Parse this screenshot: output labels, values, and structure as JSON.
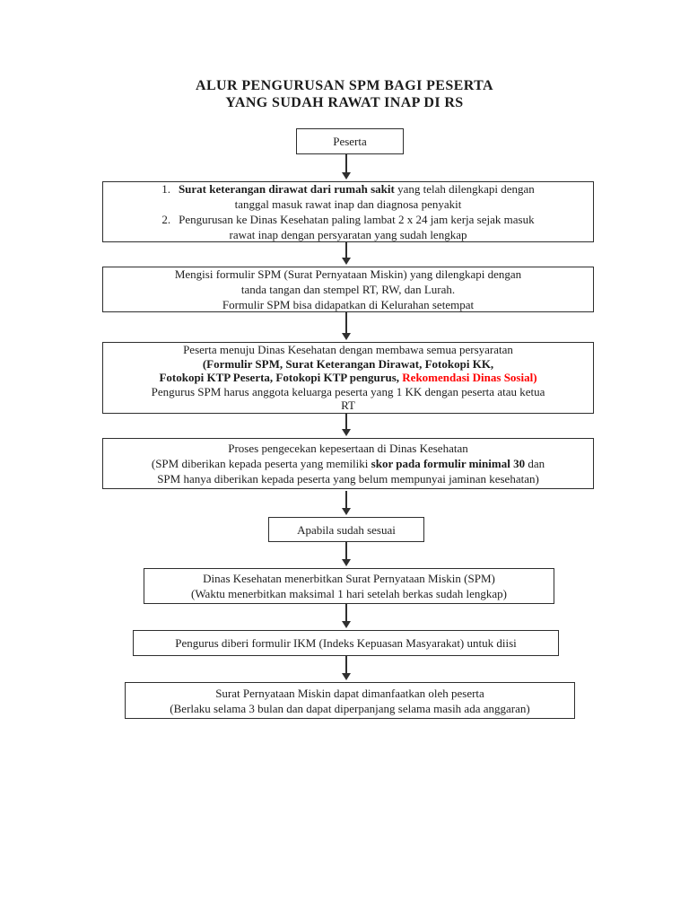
{
  "title": {
    "line1": "ALUR PENGURUSAN SPM BAGI PESERTA",
    "line2": "YANG SUDAH RAWAT INAP DI RS"
  },
  "colors": {
    "text": "#1d1d1d",
    "border": "#2e2e2e",
    "accent_red": "#ff0000",
    "background": "#ffffff"
  },
  "flow": {
    "start_label": "Peserta",
    "step1": {
      "num1": "1.",
      "l1_bold": "Surat keterangan dirawat dari rumah sakit",
      "l1_rest": "yang telah dilengkapi dengan",
      "l2": "tanggal masuk rawat inap dan diagnosa penyakit",
      "num2": "2.",
      "l3": "Pengurusan ke Dinas Kesehatan paling lambat 2 x 24 jam kerja sejak masuk",
      "l4": "rawat inap dengan persyaratan yang sudah lengkap"
    },
    "step2": {
      "l1": "Mengisi formulir SPM (Surat Pernyataan Miskin) yang dilengkapi dengan",
      "l2": "tanda tangan dan stempel RT, RW, dan Lurah.",
      "l3": "Formulir SPM bisa didapatkan di Kelurahan setempat"
    },
    "step3": {
      "l1": "Peserta menuju Dinas Kesehatan dengan membawa semua persyaratan",
      "l2_bold": "(Formulir SPM, Surat Keterangan Dirawat, Fotokopi KK,",
      "l3_bold": "Fotokopi KTP Peserta, Fotokopi KTP pengurus,",
      "l3_red": "Rekomendasi Dinas Sosial)",
      "l4": "Pengurus SPM harus anggota keluarga peserta yang 1 KK dengan peserta  atau ketua",
      "l5": "RT"
    },
    "step4": {
      "l1": "Proses pengecekan kepesertaan di Dinas Kesehatan",
      "l2_pre": "(SPM diberikan kepada peserta yang memiliki",
      "l2_bold": "skor pada formulir minimal 30",
      "l2_post": "dan",
      "l3": "SPM hanya diberikan kepada peserta yang belum mempunyai jaminan kesehatan)"
    },
    "decision_label": "Apabila sudah sesuai",
    "step5": {
      "l1": "Dinas Kesehatan menerbitkan Surat Pernyataan Miskin (SPM)",
      "l2": "(Waktu menerbitkan maksimal 1 hari setelah berkas sudah lengkap)"
    },
    "step6_label": "Pengurus diberi formulir IKM (Indeks Kepuasan Masyarakat) untuk diisi",
    "step7": {
      "l1": "Surat Pernyataan Miskin dapat dimanfaatkan oleh peserta",
      "l2": "(Berlaku selama 3 bulan dan dapat diperpanjang selama masih ada anggaran)"
    }
  }
}
